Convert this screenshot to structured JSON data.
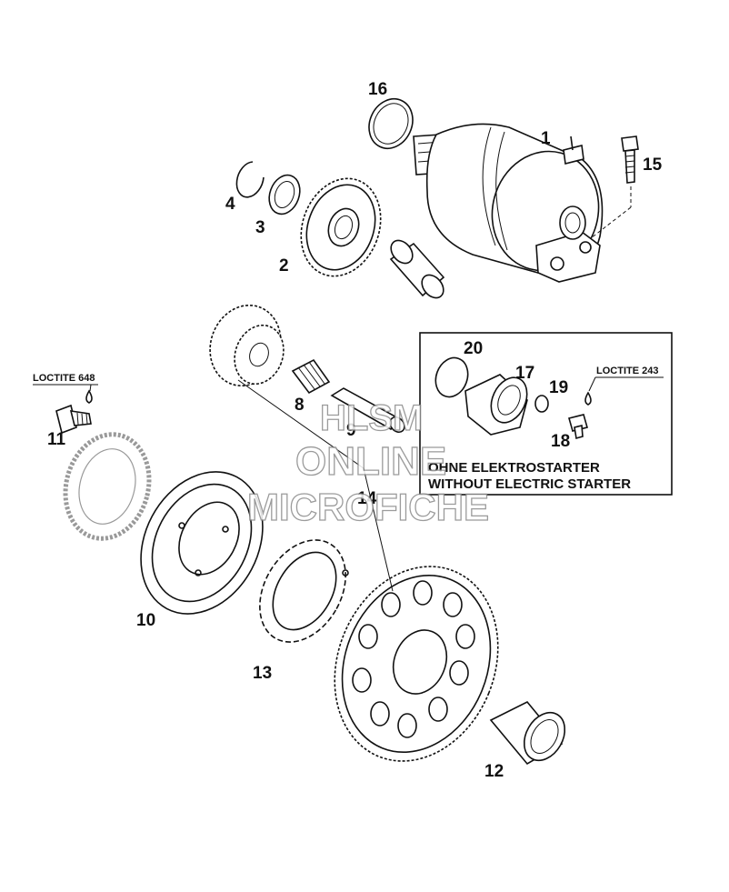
{
  "labels": {
    "p1": "1",
    "p2": "2",
    "p3": "3",
    "p4": "4",
    "p8": "8",
    "p9": "9",
    "p10": "10",
    "p11": "11",
    "p12": "12",
    "p13": "13",
    "p14": "14",
    "p15": "15",
    "p16": "16",
    "p17": "17",
    "p18": "18",
    "p19": "19",
    "p20": "20"
  },
  "loctite_648": "LOCTITE 648",
  "loctite_243": "LOCTITE 243",
  "inset_box": {
    "line1": "OHNE ELEKTROSTARTER",
    "line2": "WITHOUT ELECTRIC STARTER"
  },
  "watermark": {
    "line1": "HLSM",
    "line2": "ONLINE",
    "line3": "MICROFICHE"
  }
}
